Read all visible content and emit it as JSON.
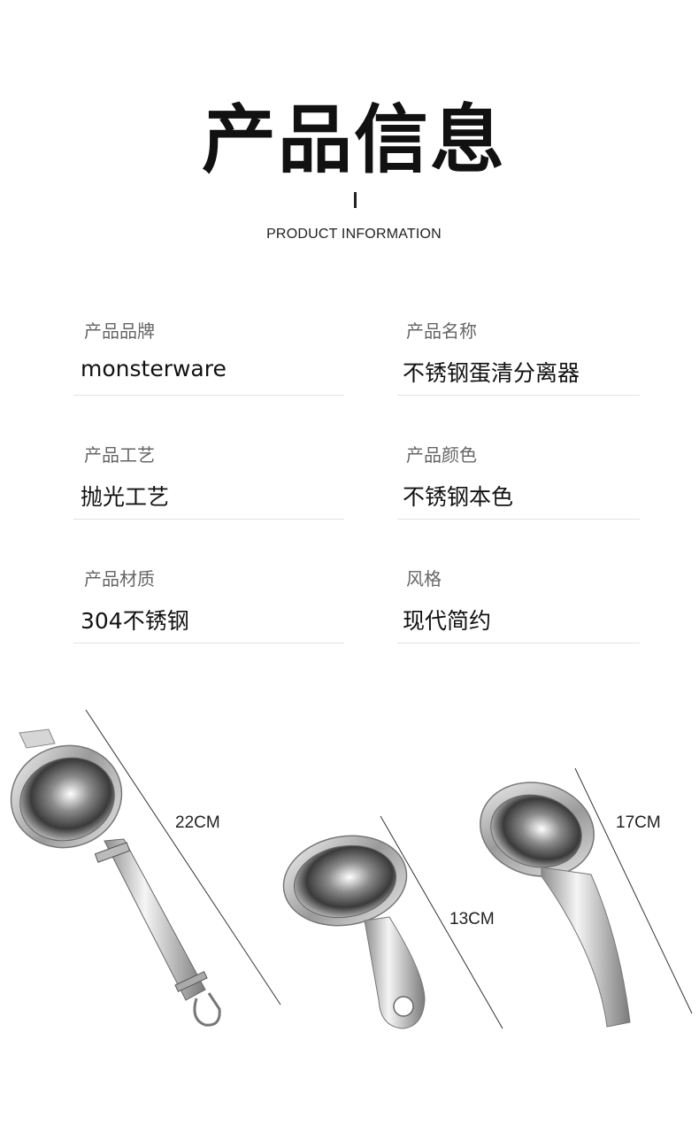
{
  "header": {
    "title": "产品信息",
    "subtitle": "PRODUCT INFORMATION"
  },
  "fields": [
    {
      "label": "产品品牌",
      "value": "monsterware"
    },
    {
      "label": "产品名称",
      "value": "不锈钢蛋清分离器"
    },
    {
      "label": "产品工艺",
      "value": "抛光工艺"
    },
    {
      "label": "产品颜色",
      "value": "不锈钢本色"
    },
    {
      "label": "产品材质",
      "value": "304不锈钢"
    },
    {
      "label": "风格",
      "value": "现代简约"
    }
  ],
  "products": [
    {
      "name": "long-handle-separator",
      "length_label": "22CM"
    },
    {
      "name": "short-loop-separator",
      "length_label": "13CM"
    },
    {
      "name": "curved-handle-separator",
      "length_label": "17CM"
    }
  ],
  "colors": {
    "steel_light": "#e8e8e8",
    "steel_mid": "#b8b8b8",
    "steel_dark": "#555555"
  }
}
